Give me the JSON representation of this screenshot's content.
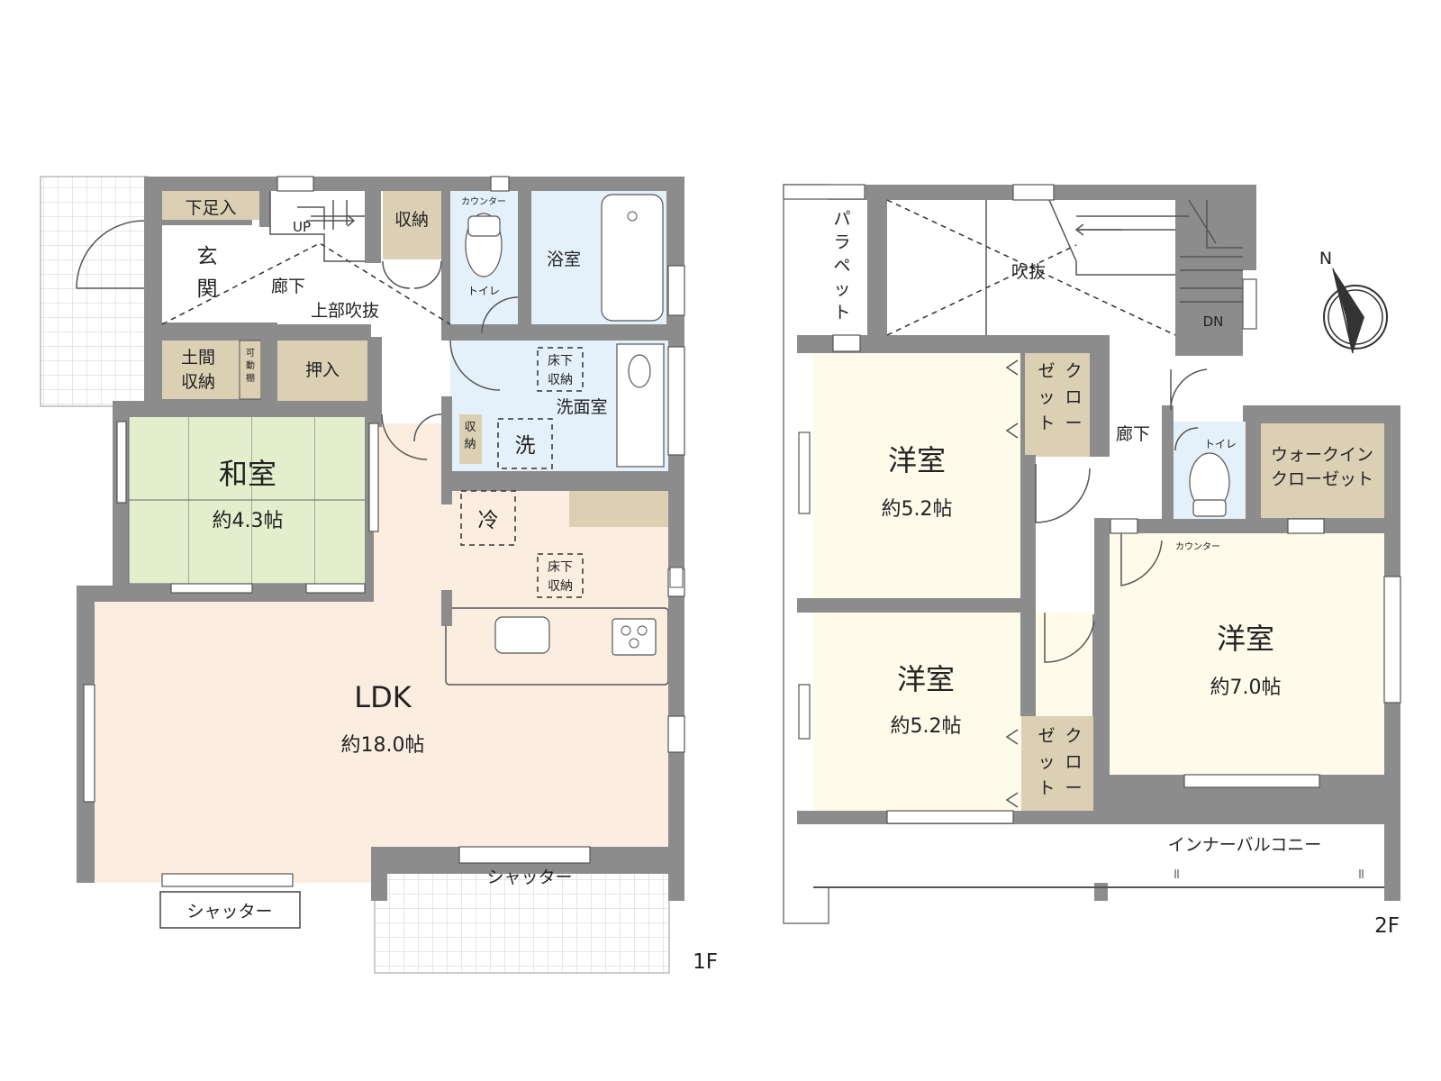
{
  "floor1": {
    "label": "1F",
    "entrance": "玄関",
    "shoe_storage": "下足入",
    "hallway": "廊下",
    "upper_void": "上部吹抜",
    "stairs_up": "UP",
    "storage": "収納",
    "counter": "カウンター",
    "toilet": "トイレ",
    "bath": "浴室",
    "doma_storage_1": "土間",
    "doma_storage_2": "収納",
    "movable_shelf": [
      "可",
      "動",
      "棚"
    ],
    "closet_oshiire": "押入",
    "underfloor_1": "床下",
    "underfloor_2": "収納",
    "washroom": "洗面室",
    "small_storage": [
      "収",
      "納"
    ],
    "washer": "洗",
    "japanese_room": "和室",
    "japanese_area": "約4.3帖",
    "fridge": "冷",
    "ldk": "LDK",
    "ldk_area": "約18.0帖",
    "shutter_left": "シャッター",
    "shutter_right": "シャッター"
  },
  "floor2": {
    "label": "2F",
    "parapet": [
      "パ",
      "ラ",
      "ペ",
      "ッ",
      "ト"
    ],
    "void": "吹抜",
    "stairs_down": "DN",
    "closet_col1": [
      "ク",
      "ロ",
      "ー"
    ],
    "closet_col2": [
      "ゼ",
      "ッ",
      "ト"
    ],
    "hallway": "廊下",
    "toilet": "トイレ",
    "counter": "カウンター",
    "wic_line1": "ウォークイン",
    "wic_line2": "クローゼット",
    "room_a": "洋室",
    "room_a_area": "約5.2帖",
    "room_b": "洋室",
    "room_b_area": "約5.2帖",
    "room_c": "洋室",
    "room_c_area": "約7.0帖",
    "balcony": "インナーバルコニー",
    "compass": "N"
  },
  "colors": {
    "wall": "#8c8c8c",
    "ldk": "#fbeee0",
    "japanese": "#e3efcc",
    "wet": "#e4f1fa",
    "storage": "#dcd0b4",
    "western": "#fefbea",
    "tile_grid": "#d6d6d6"
  }
}
